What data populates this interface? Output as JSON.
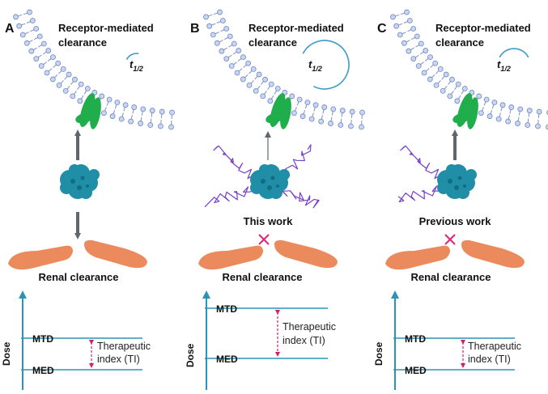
{
  "colors": {
    "membrane_head": "#c9d6f2",
    "membrane_head_stroke": "#6d86c4",
    "membrane_tail": "#7e92c6",
    "receptor": "#1fae4b",
    "protein": "#1f8ea6",
    "polymer": "#7a3fc9",
    "kidney": "#ea8a5d",
    "cross": "#e0267a",
    "axis": "#2b93b6",
    "dashed": "#d21f6b",
    "arrow": "#5f6670",
    "halflife_arc": "#3b9cc8"
  },
  "panels": [
    {
      "letter": "A",
      "receptor_title_line1": "Receptor-mediated",
      "receptor_title_line2": "clearance",
      "half_life_symbol": "t",
      "half_life_subscript": "1/2",
      "half_life_arc_fraction": 0.2,
      "has_polymer": false,
      "work_label": "",
      "renal_label": "Renal clearance",
      "renal_blocked": false,
      "dose_axis_label": "Dose",
      "mtd_label": "MTD",
      "med_label": "MED",
      "ti_line1": "Therapeutic",
      "ti_line2": "index (TI)"
    },
    {
      "letter": "B",
      "receptor_title_line1": "Receptor-mediated",
      "receptor_title_line2": "clearance",
      "half_life_symbol": "t",
      "half_life_subscript": "1/2",
      "half_life_arc_fraction": 0.75,
      "has_polymer": true,
      "work_label": "This work",
      "renal_label": "Renal clearance",
      "renal_blocked": true,
      "dose_axis_label": "Dose",
      "mtd_label": "MTD",
      "med_label": "MED",
      "ti_line1": "Therapeutic",
      "ti_line2": "index (TI)"
    },
    {
      "letter": "C",
      "receptor_title_line1": "Receptor-mediated",
      "receptor_title_line2": "clearance",
      "half_life_symbol": "t",
      "half_life_subscript": "1/2",
      "half_life_arc_fraction": 0.35,
      "has_polymer": true,
      "work_label": "Previous work",
      "renal_label": "Renal clearance",
      "renal_blocked": true,
      "dose_axis_label": "Dose",
      "mtd_label": "MTD",
      "med_label": "MED",
      "ti_line1": "Therapeutic",
      "ti_line2": "index (TI)"
    }
  ]
}
